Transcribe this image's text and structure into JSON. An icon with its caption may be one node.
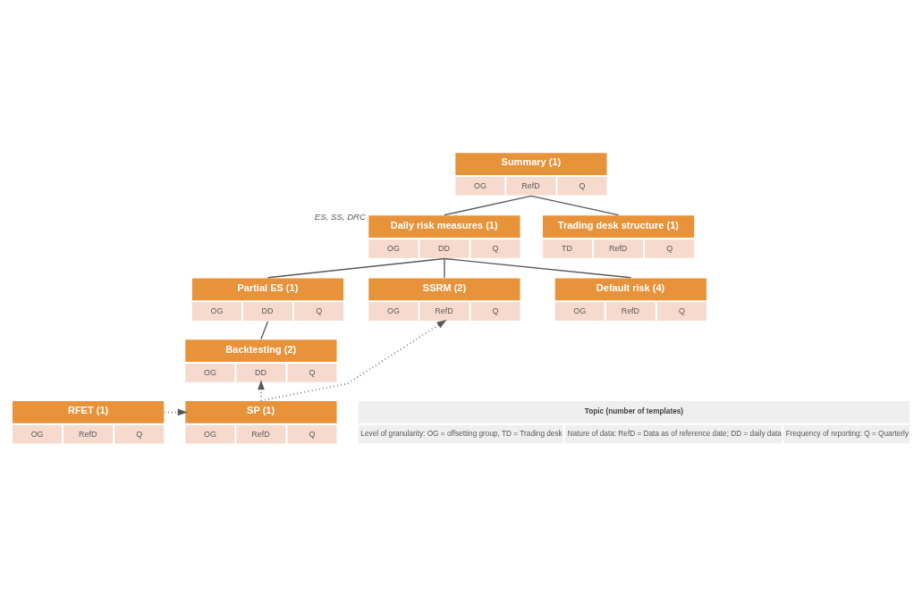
{
  "diagram": {
    "nodes": [
      {
        "text": [
          "Summary (1)",
          "OG",
          "RefD",
          "Q"
        ]
      },
      {
        "text": [
          "Daily risk measures (1)",
          "OG",
          "DD",
          "Q"
        ],
        "beside": [
          "ES, SS, DRC"
        ]
      },
      {
        "text": [
          "Trading desk structure (1)",
          "TD",
          "RefD",
          "Q"
        ]
      },
      {
        "text": [
          "Partial ES (1)",
          "OG",
          "DD",
          "Q"
        ]
      },
      {
        "text": [
          "SSRM (2)",
          "OG",
          "RefD",
          "Q"
        ]
      },
      {
        "text": [
          "Default risk (4)",
          "OG",
          "RefD",
          "Q"
        ]
      },
      {
        "text": [
          "Backtesting (2)",
          "OG",
          "DD",
          "Q"
        ]
      },
      {
        "text": [
          "RFET (1)",
          "OG",
          "RefD",
          "Q"
        ]
      },
      {
        "text": [
          "SP (1)",
          "OG",
          "RefD",
          "Q"
        ]
      },
      {
        "text": [
          "Topic (number of templates)",
          "Level of granularity: OG = offsetting group, TD = Trading desk",
          "Nature of data: RefD = Data as of reference date; DD = daily data",
          "Frequency of reporting: Q = Quarterly"
        ]
      }
    ],
    "edges": [
      {
        "from": 0,
        "to": 1,
        "arrow": "none"
      },
      {
        "from": 0,
        "to": 2,
        "arrow": "none"
      },
      {
        "from": 1,
        "to": 3,
        "arrow": "none"
      },
      {
        "from": 1,
        "to": 4,
        "arrow": "none"
      },
      {
        "from": 1,
        "to": 5,
        "arrow": "none"
      },
      {
        "from": 3,
        "to": 6,
        "arrow": "none"
      },
      {
        "from": 8,
        "to": 4,
        "arrow": "to",
        "style": "dashed"
      },
      {
        "from": 8,
        "to": 6,
        "arrow": "to",
        "style": "dashed"
      },
      {
        "from": 7,
        "to": 8,
        "arrow": "to",
        "style": "dashed"
      }
    ]
  }
}
